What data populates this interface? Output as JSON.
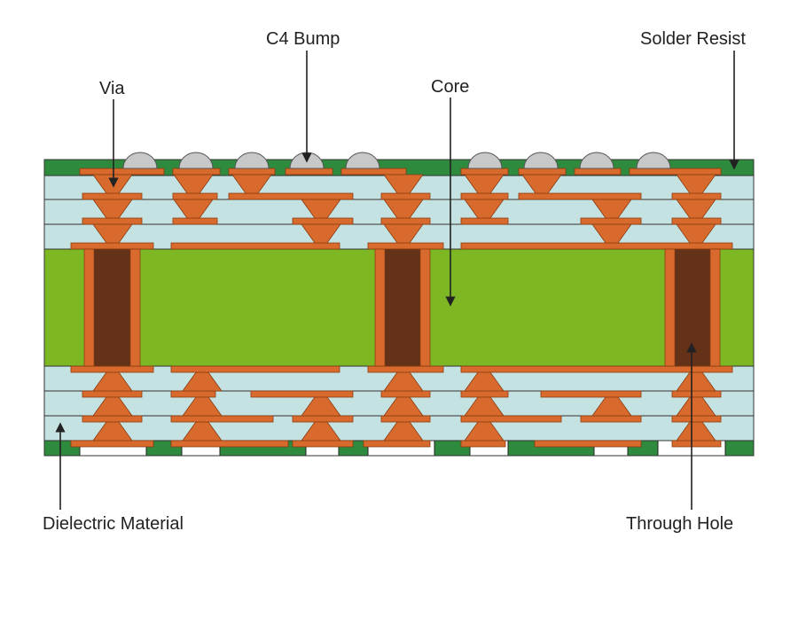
{
  "labels": {
    "c4_bump": "C4 Bump",
    "solder_resist": "Solder Resist",
    "via": "Via",
    "core": "Core",
    "dielectric": "Dielectric Material",
    "through_hole": "Through Hole"
  },
  "colors": {
    "solder_resist": "#2e8b3e",
    "dielectric": "#c5e2e2",
    "core": "#7db824",
    "copper": "#d76a2c",
    "copper_stroke": "#8a3b10",
    "plug": "#633219",
    "bump": "#c8c8c8",
    "line": "#222222"
  }
}
